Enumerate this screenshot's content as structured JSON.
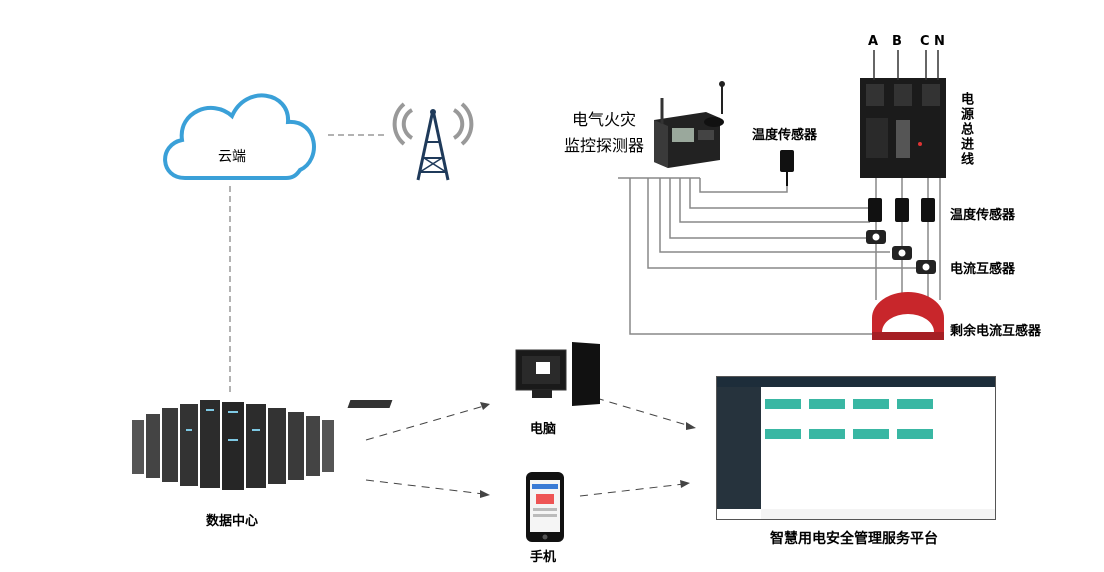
{
  "labels": {
    "cloud": "云端",
    "data_center": "数据中心",
    "computer": "电脑",
    "phone": "手机",
    "platform": "智慧用电安全管理服务平台",
    "detector_line1": "电气火灾",
    "detector_line2": "监控探测器",
    "temp_sensor_top": "温度传感器",
    "temp_sensor_right": "温度传感器",
    "current_transformer": "电流互感器",
    "residual_transformer": "剩余电流互感器",
    "main_incoming": "电源总进线"
  },
  "phases": [
    "A",
    "B",
    "C",
    "N"
  ],
  "colors": {
    "cloud_stroke": "#3aa0d8",
    "line": "#888888",
    "dash_teal": "#39b7a3",
    "dash_dark": "#1d2d3a",
    "residual_ring": "#c8262b"
  }
}
